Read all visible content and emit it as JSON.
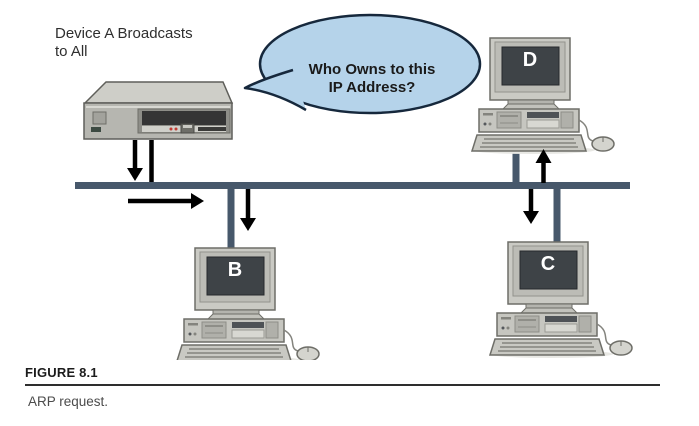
{
  "figure": {
    "annotation": {
      "line1": "Device A Broadcasts",
      "line2": "to All"
    },
    "speech_bubble": {
      "line1": "Who Owns to this",
      "line2": "IP Address?"
    },
    "devices": {
      "b_label": "B",
      "c_label": "C",
      "d_label": "D"
    }
  },
  "caption": {
    "figure_number": "FIGURE 8.1",
    "title": "ARP request."
  },
  "colors": {
    "bubble_fill": "#b5d3ea",
    "bubble_border": "#16283c",
    "network_bus": "#47586b",
    "arrow": "#000000",
    "screen": "#3e4347"
  }
}
